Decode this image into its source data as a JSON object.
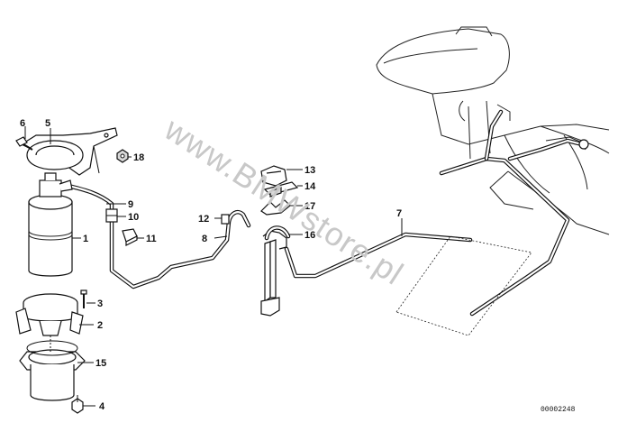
{
  "watermark": "www.BMWstore.pl",
  "document_number": "00002248",
  "callouts": {
    "c1": "1",
    "c2": "2",
    "c3": "3",
    "c4": "4",
    "c5": "5",
    "c6": "6",
    "c7": "7",
    "c8": "8",
    "c9": "9",
    "c10": "10",
    "c11": "11",
    "c12": "12",
    "c13": "13",
    "c14": "14",
    "c15": "15",
    "c16": "16",
    "c17": "17",
    "c18": "18"
  }
}
